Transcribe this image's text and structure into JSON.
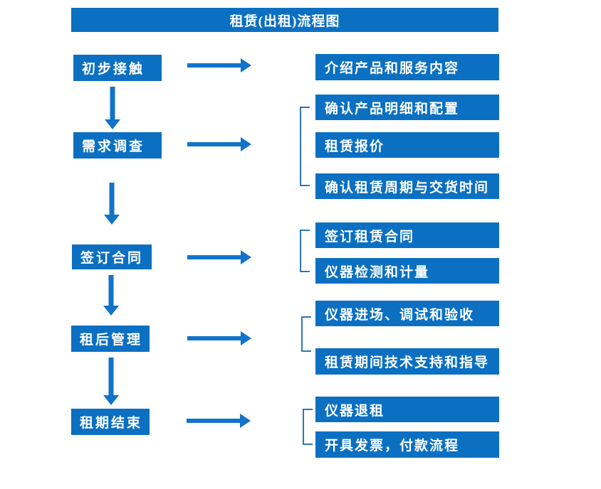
{
  "title": "租赁(出租)流程图",
  "colors": {
    "box_blue": "#0b70c2",
    "arrow_blue": "#1173c9",
    "bracket_blue": "#2e75b6",
    "text_white": "#ffffff"
  },
  "left_steps": [
    "初步接触",
    "需求调查",
    "签订合同",
    "租后管理",
    "租期结束"
  ],
  "right_items": [
    "介绍产品和服务内容",
    "确认产品明细和配置",
    "租赁报价",
    "确认租赁周期与交货时间",
    "签订租赁合同",
    "仪器检测和计量",
    "仪器进场、调试和验收",
    "租赁期间技术支持和指导",
    "仪器退租",
    "开具发票，付款流程"
  ],
  "groups": [
    {
      "step": "初步接触",
      "items": [
        "介绍产品和服务内容"
      ]
    },
    {
      "step": "需求调查",
      "items": [
        "确认产品明细和配置",
        "租赁报价",
        "确认租赁周期与交货时间"
      ]
    },
    {
      "step": "签订合同",
      "items": [
        "签订租赁合同",
        "仪器检测和计量"
      ]
    },
    {
      "step": "租后管理",
      "items": [
        "仪器进场、调试和验收",
        "租赁期间技术支持和指导"
      ]
    },
    {
      "step": "租期结束",
      "items": [
        "仪器退租",
        "开具发票，付款流程"
      ]
    }
  ]
}
